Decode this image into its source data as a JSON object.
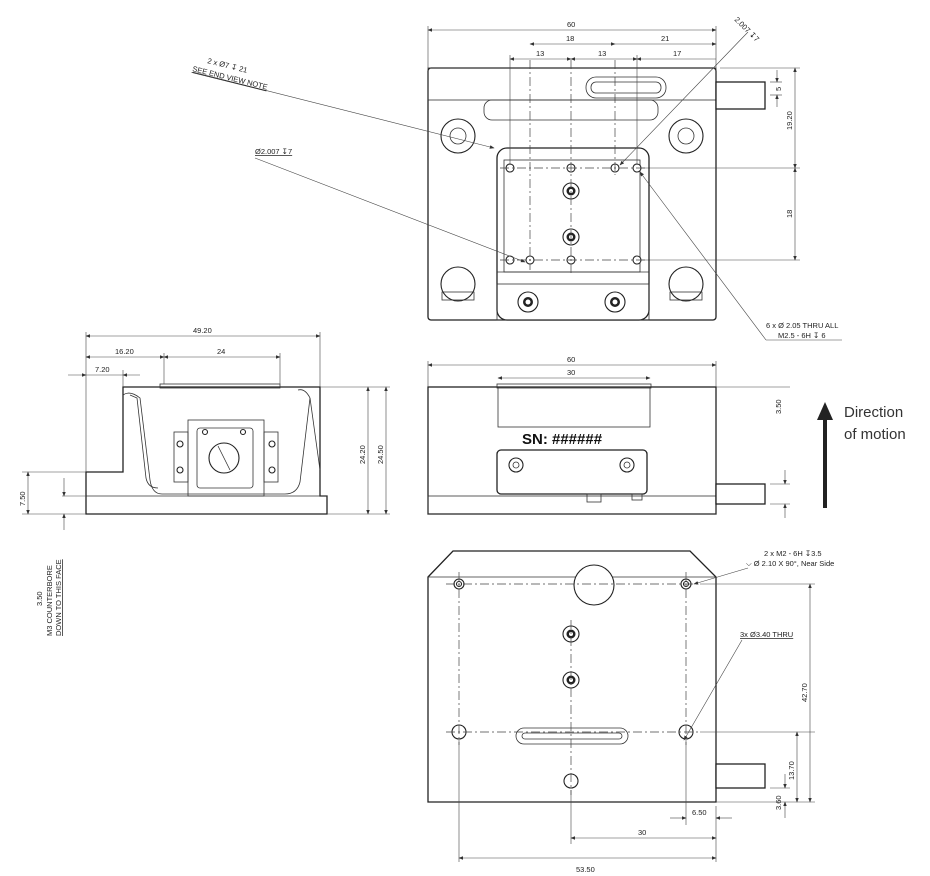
{
  "top_view": {
    "dims": {
      "width": "60",
      "d18": "18",
      "d21": "21",
      "d13a": "13",
      "d13b": "13",
      "d17": "17",
      "d5": "5",
      "d1920": "19.20",
      "d18v": "18"
    },
    "callouts": {
      "counterbore_line1": "2 x Ø7 ↧ 21",
      "counterbore_line2": "SEE END VIEW NOTE",
      "pin_hole": "Ø2.007 ↧7",
      "pin_hole_angled": "2.007 ↧7",
      "thread_line1": "6 x Ø 2.05 THRU ALL",
      "thread_line2": "M2.5 - 6H ↧ 6"
    }
  },
  "end_view": {
    "dims": {
      "d4920": "49.20",
      "d1620": "16.20",
      "d24": "24",
      "d720": "7.20",
      "d2420": "24.20",
      "d2450": "24.50",
      "d750": "7.50"
    },
    "note": {
      "line1": "3.50",
      "line2": "M3 COUNTERBORE",
      "line3": "DOWN TO THIS FACE"
    }
  },
  "front_view": {
    "dims": {
      "width": "60",
      "d30": "30",
      "d350": "3.50"
    },
    "serial": "SN: ######"
  },
  "motion": {
    "line1": "Direction",
    "line2": "of motion"
  },
  "bottom_view": {
    "dims": {
      "d4270": "42.70",
      "d1370": "13.70",
      "d360": "3.60",
      "d650": "6.50",
      "d30": "30",
      "d5350": "53.50"
    },
    "callouts": {
      "m2_line1": "2 x M2 - 6H ↧3.5",
      "m2_line2": "⌵ Ø 2.10 X 90°, Near Side",
      "thru_holes": "3x Ø3.40 THRU"
    }
  }
}
